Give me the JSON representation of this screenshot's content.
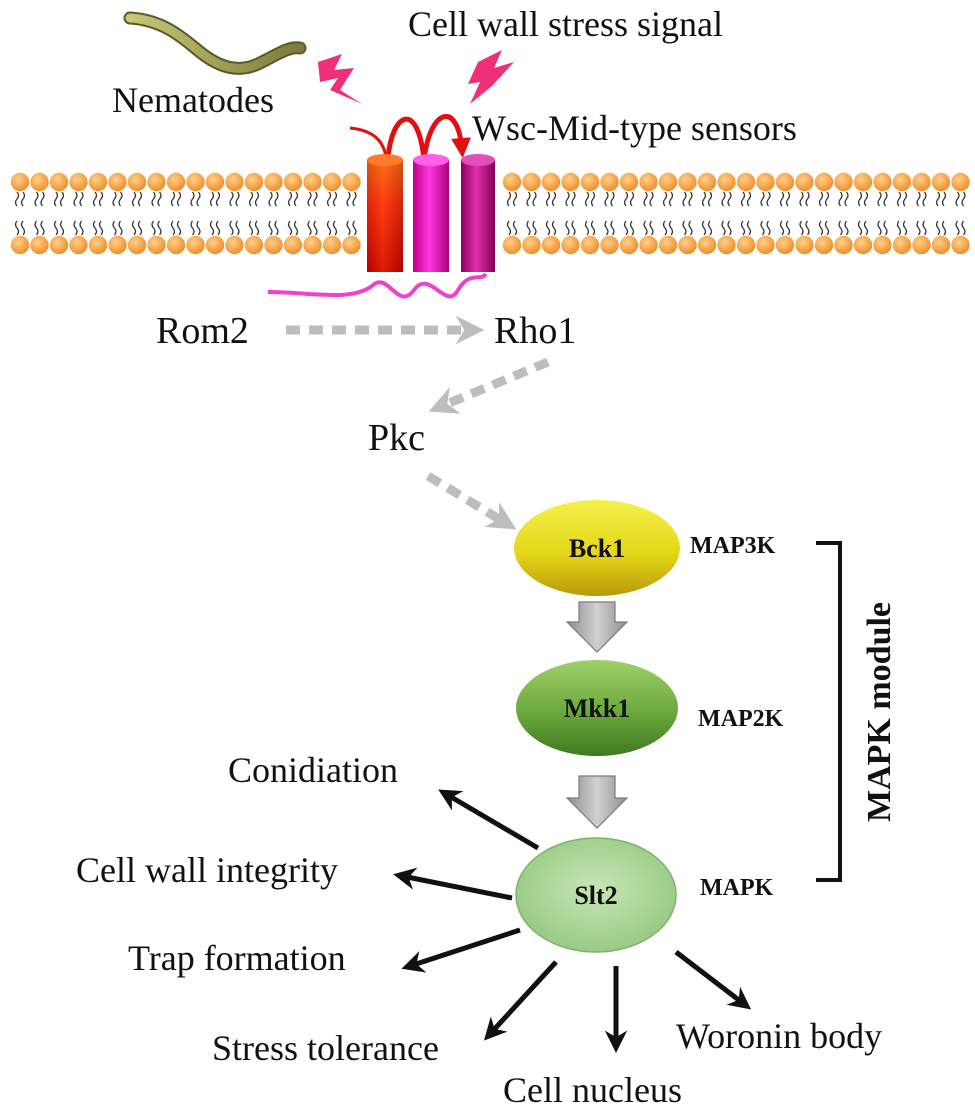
{
  "labels": {
    "nematodes": "Nematodes",
    "stress_signal": "Cell wall stress signal",
    "sensors": "Wsc-Mid-type sensors",
    "rom2": "Rom2",
    "rho1": "Rho1",
    "pkc": "Pkc"
  },
  "mapk_module": {
    "title": "MAPK module",
    "nodes": [
      {
        "name": "Bck1",
        "level": "MAP3K",
        "color": "#e8e020"
      },
      {
        "name": "Mkk1",
        "level": "MAP2K",
        "color": "#6aa83c"
      },
      {
        "name": "Slt2",
        "level": "MAPK",
        "color": "#a8d494"
      }
    ]
  },
  "outputs": [
    "Conidiation",
    "Cell wall integrity",
    "Trap formation",
    "Stress tolerance",
    "Cell nucleus",
    "Woronin body"
  ],
  "colors": {
    "membrane_head": "#f39a3a",
    "dashed_arrow": "#bdbdbd",
    "block_arrow": "#b5b5b5",
    "helix_red": "#e01010",
    "helix_pink": "#f000c0",
    "helix_magenta": "#c8108c",
    "lightning": "#f0307a"
  }
}
